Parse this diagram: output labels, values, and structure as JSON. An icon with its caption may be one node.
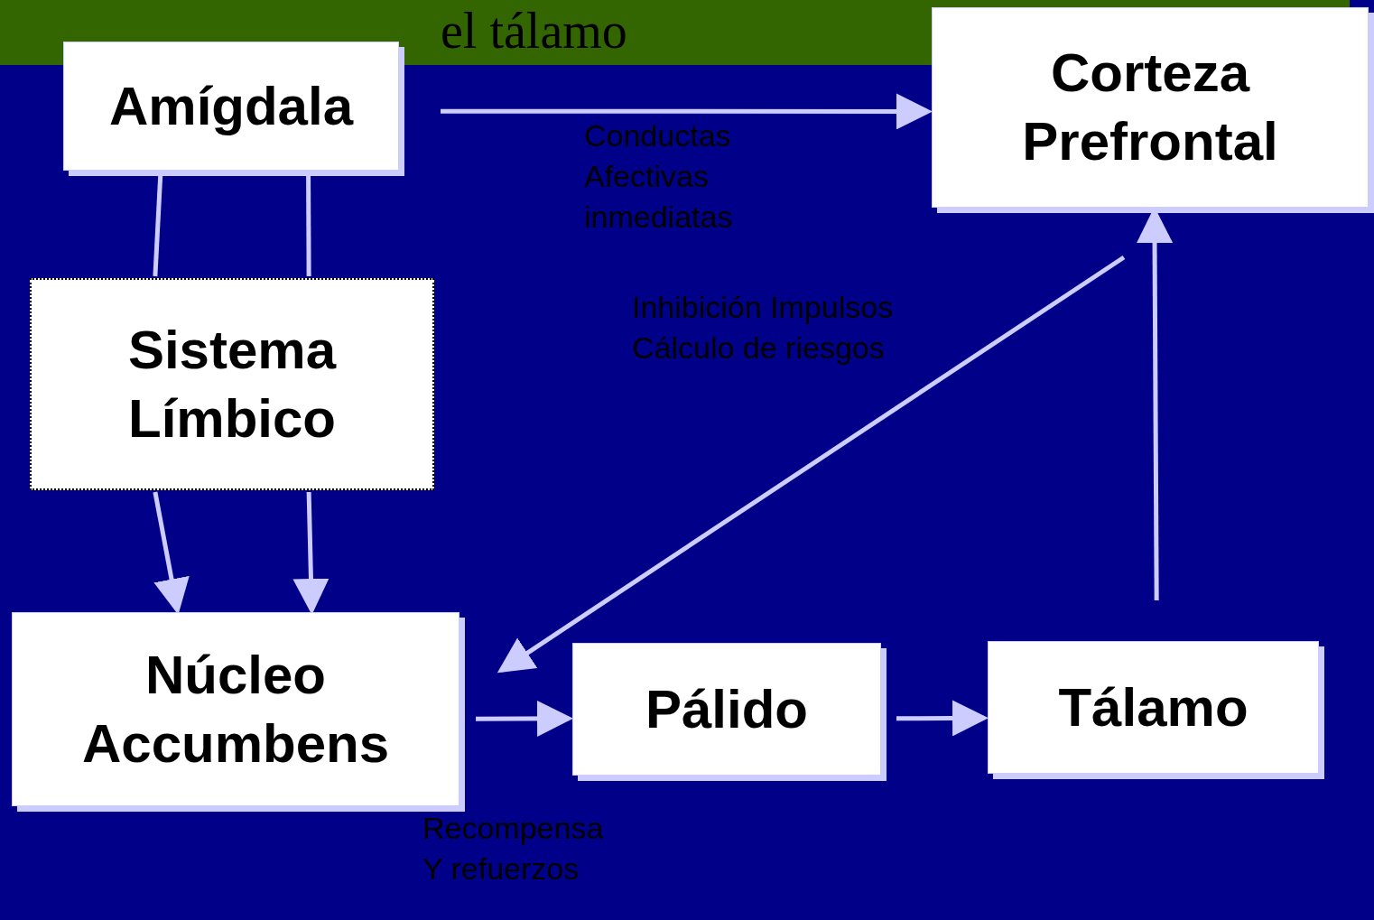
{
  "diagram": {
    "title": "el tálamo",
    "nodes": [
      {
        "text": [
          "Amígdala"
        ]
      },
      {
        "text": [
          "Corteza Prefrontal"
        ]
      },
      {
        "text": [
          "Sistema Límbico"
        ]
      },
      {
        "text": [
          "Núcleo Accumbens"
        ],
        "beside": [
          "Recompensa Y refuerzos"
        ]
      },
      {
        "text": [
          "Pálido"
        ]
      },
      {
        "text": [
          "Tálamo"
        ]
      }
    ],
    "edges": [
      {
        "from": 0,
        "to": 1,
        "arrow": "to",
        "label": "Conductas Afectivas inmediatas"
      },
      {
        "from": 0,
        "to": 2,
        "arrow": "none"
      },
      {
        "from": 0,
        "to": 2,
        "arrow": "none"
      },
      {
        "from": 2,
        "to": 3,
        "arrow": "to"
      },
      {
        "from": 2,
        "to": 3,
        "arrow": "to"
      },
      {
        "from": 1,
        "to": 3,
        "arrow": "to",
        "label": "Inhibición Impulsos Cálculo de riesgos"
      },
      {
        "from": 3,
        "to": 4,
        "arrow": "to"
      },
      {
        "from": 4,
        "to": 5,
        "arrow": "to"
      },
      {
        "from": 5,
        "to": 1,
        "arrow": "to"
      }
    ]
  }
}
